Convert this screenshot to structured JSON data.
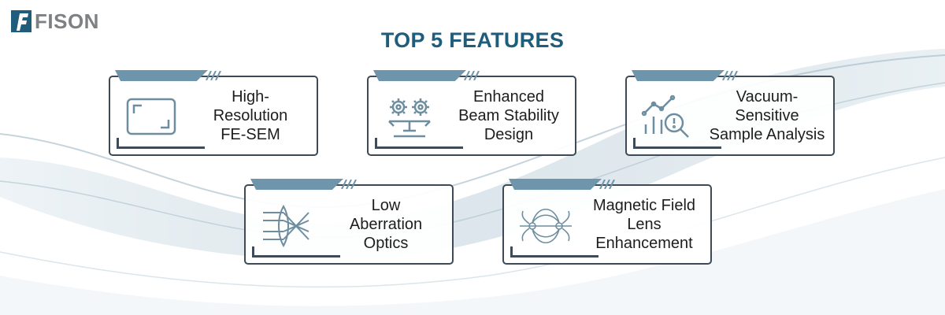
{
  "brand": {
    "name": "FISON",
    "color": "#1f5d7a"
  },
  "title": "TOP 5 FEATURES",
  "colors": {
    "title": "#1f5d7a",
    "card_border": "#3e4a56",
    "card_tab": "#6e95ab",
    "icon": "#6e8ea0"
  },
  "features": [
    {
      "label": "High-\nResolution\nFE-SEM",
      "icon": "screen-frame-icon"
    },
    {
      "label": "Enhanced\nBeam Stability\nDesign",
      "icon": "gears-balance-icon"
    },
    {
      "label": "Vacuum-\nSensitive\nSample Analysis",
      "icon": "chart-magnifier-icon"
    },
    {
      "label": "Low\nAberration\nOptics",
      "icon": "lens-rays-icon"
    },
    {
      "label": "Magnetic Field\nLens\nEnhancement",
      "icon": "magnetic-field-icon"
    }
  ]
}
